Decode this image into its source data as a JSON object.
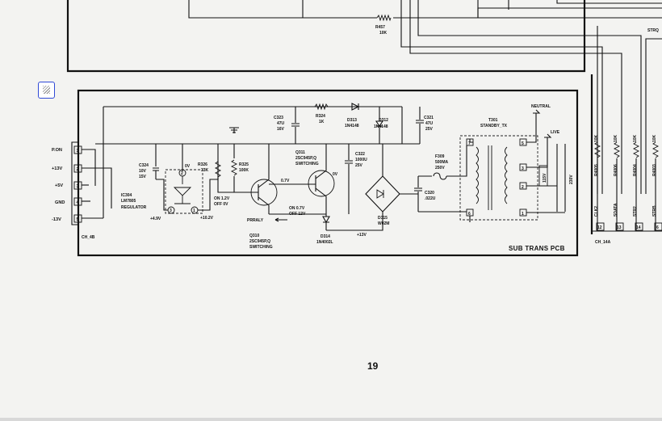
{
  "toolbar": {
    "select_icon": "crop-select-icon"
  },
  "top_section": {
    "r457_label": "R457",
    "r457_value": "10K",
    "strq_label": "STRQ"
  },
  "connector_ch4b": {
    "name": "CH_4B",
    "pins": [
      {
        "num": "1",
        "signal": "P.ON"
      },
      {
        "num": "2",
        "signal": "+13V"
      },
      {
        "num": "3",
        "signal": "+5V"
      },
      {
        "num": "4",
        "signal": "GND"
      },
      {
        "num": "5",
        "signal": "-13V"
      }
    ]
  },
  "components": {
    "c324": [
      "C324",
      "10V",
      "15V"
    ],
    "ic304": [
      "IC304",
      "LM7805",
      "REGULATOR"
    ],
    "ic_pins": [
      "1",
      "2",
      "3",
      "0V",
      "+4.9V",
      "+10.2V"
    ],
    "r326": [
      "R326",
      "33K"
    ],
    "r325": [
      "R325",
      "100K"
    ],
    "c323": [
      "C323",
      "47U",
      "16V"
    ],
    "r324": [
      "R324",
      "1K"
    ],
    "d313": [
      "D313",
      "1N4148"
    ],
    "d312": [
      "D312",
      "1N4148"
    ],
    "c321": [
      "C321",
      "47U",
      "25V"
    ],
    "q311": [
      "Q311",
      "2SC945P,Q",
      "SWITCHING"
    ],
    "c322": [
      "C322",
      "1000U",
      "25V"
    ],
    "voltage_07": "0.7V",
    "on_off_q310": [
      "ON 1.2V",
      "OFF 0V"
    ],
    "on_off_q311": [
      "ON 0.7V",
      "OFF 12V"
    ],
    "q311_0v": "0V",
    "prally": "PRRALY",
    "q310": [
      "Q310",
      "2SC945P,Q",
      "SWITCHING"
    ],
    "d314": [
      "D314",
      "1N4002L"
    ],
    "plus13v": "+13V",
    "d315": [
      "D315",
      "W02M"
    ],
    "c320": [
      "C320",
      ".022U"
    ],
    "f309": [
      "F309",
      "500MA",
      "250V"
    ],
    "t301": [
      "T301",
      "STANDBY_TX"
    ],
    "t301_pins": [
      "7",
      "5",
      "3",
      "2",
      "1",
      "6"
    ],
    "neutral": "NEUTRAL",
    "live": "LIVE",
    "v115": "115V",
    "v230": "230V"
  },
  "pcb_title": "SUB TRANS PCB",
  "right_connector": {
    "name": "CH_14A",
    "resistors": [
      {
        "ref": "R4005",
        "value": "10K",
        "signal": "CLK2",
        "pin": "12"
      },
      {
        "ref": "R4006",
        "value": "10K",
        "signal": "SDATA",
        "pin": "13"
      },
      {
        "ref": "R4004",
        "value": "10K",
        "signal": "STR2",
        "pin": "14"
      },
      {
        "ref": "R4003",
        "value": "10K",
        "signal": "STRB",
        "pin": "6"
      }
    ]
  },
  "page_number": "19"
}
